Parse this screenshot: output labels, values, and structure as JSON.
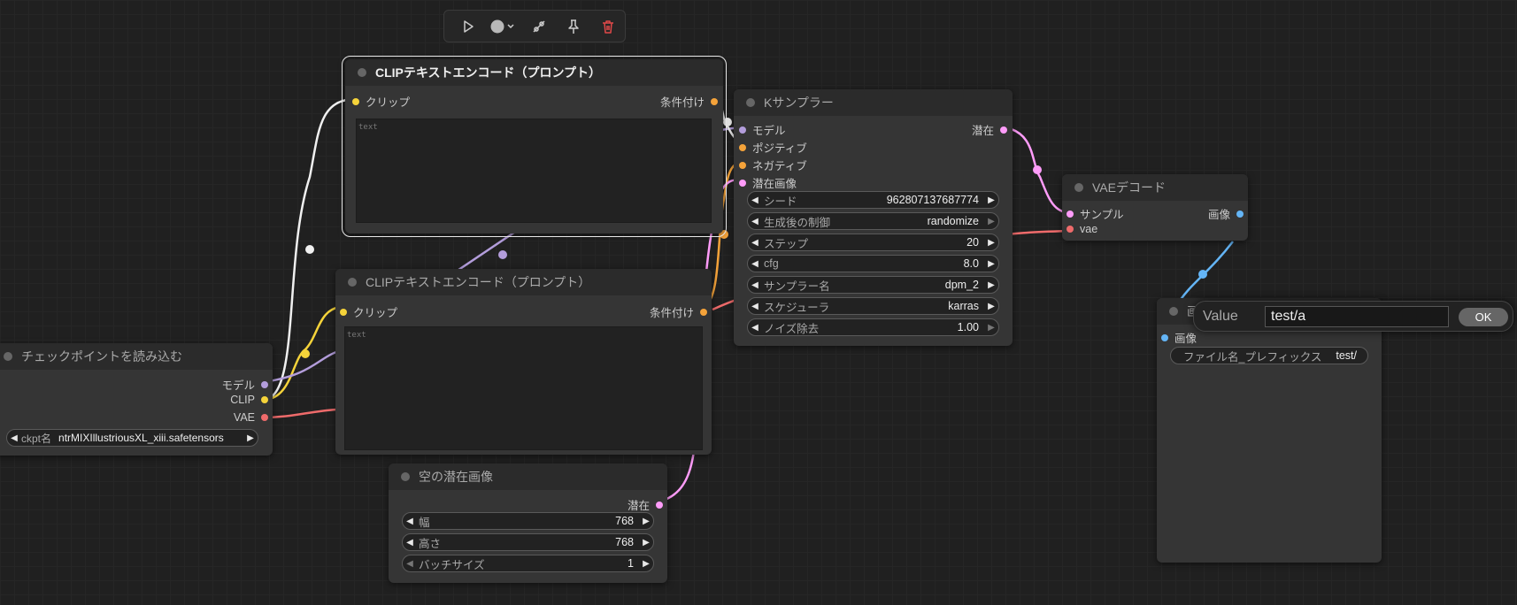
{
  "colors": {
    "canvas_bg": "#202020",
    "node_bg": "#353535",
    "node_title_bg": "#2b2b2b",
    "clip": "#f5d33a",
    "model": "#b39ddb",
    "vae": "#ef6b6b",
    "conditioning": "#f5a33a",
    "latent": "#ff9cf9",
    "image": "#64b5f6",
    "delete": "#e04848"
  },
  "toolbar": {
    "icons": [
      "play-icon",
      "color-circle-icon",
      "bypass-icon",
      "pin-icon",
      "trash-icon"
    ]
  },
  "nodes": {
    "clip_pos": {
      "title": "CLIPテキストエンコード（プロンプト）",
      "in_clip": "クリップ",
      "out_cond": "条件付け",
      "placeholder": "text"
    },
    "clip_neg": {
      "title": "CLIPテキストエンコード（プロンプト）",
      "in_clip": "クリップ",
      "out_cond": "条件付け",
      "placeholder": "text"
    },
    "ksampler": {
      "title": "Kサンプラー",
      "inputs": [
        "モデル",
        "ポジティブ",
        "ネガティブ",
        "潜在画像"
      ],
      "out_latent": "潜在",
      "widgets": [
        {
          "label": "シード",
          "value": "962807137687774"
        },
        {
          "label": "生成後の制御",
          "value": "randomize"
        },
        {
          "label": "ステップ",
          "value": "20"
        },
        {
          "label": "cfg",
          "value": "8.0"
        },
        {
          "label": "サンプラー名",
          "value": "dpm_2"
        },
        {
          "label": "スケジューラ",
          "value": "karras"
        },
        {
          "label": "ノイズ除去",
          "value": "1.00"
        }
      ]
    },
    "vae_decode": {
      "title": "VAEデコード",
      "in_samples": "サンプル",
      "in_vae": "vae",
      "out_image": "画像"
    },
    "save_image": {
      "title": "画",
      "in_images": "画像",
      "widget": {
        "label": "ファイル名_プレフィックス",
        "value": "test/"
      }
    },
    "checkpoint": {
      "title": "チェックポイントを読み込む",
      "out_model": "モデル",
      "out_clip": "CLIP",
      "out_vae": "VAE",
      "widget": {
        "label": "ckpt名",
        "value": "ntrMIXIllustriousXL_xiii.safetensors"
      }
    },
    "empty_latent": {
      "title": "空の潜在画像",
      "out_latent": "潜在",
      "widgets": [
        {
          "label": "幅",
          "value": "768"
        },
        {
          "label": "高さ",
          "value": "768"
        },
        {
          "label": "バッチサイズ",
          "value": "1"
        }
      ]
    }
  },
  "value_dialog": {
    "label": "Value",
    "value": "test/a",
    "ok": "OK"
  }
}
